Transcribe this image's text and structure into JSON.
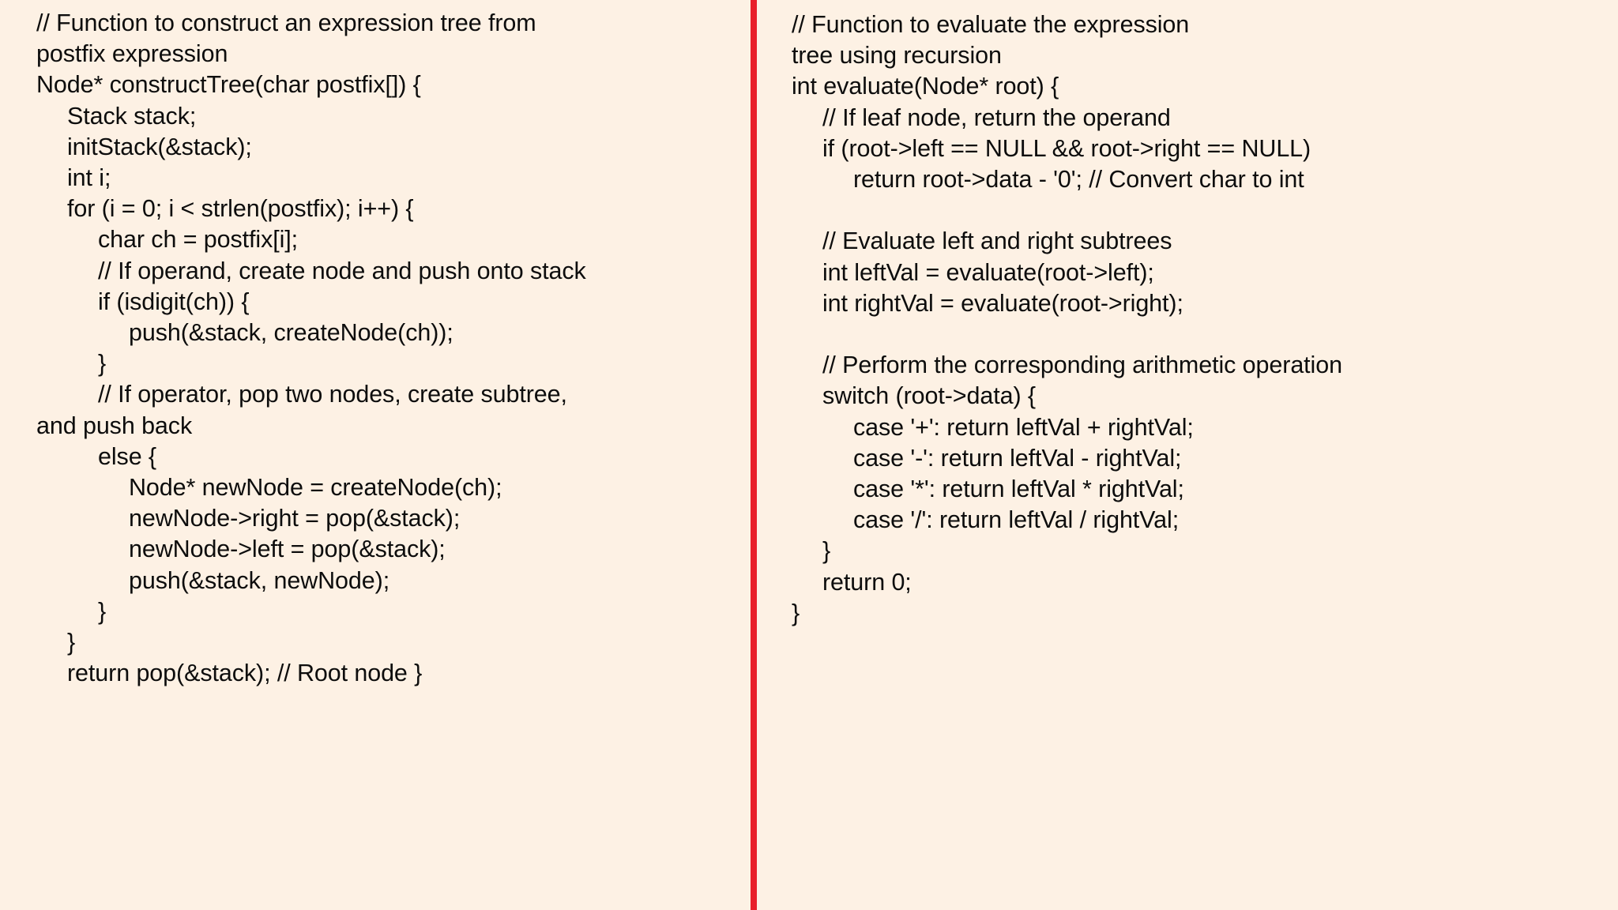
{
  "slide": {
    "background_color": "#fdf1e4",
    "text_color": "#0d0d0d",
    "divider_color": "#e8202a"
  },
  "left_column": {
    "name": "construct-tree-code-block",
    "lines": [
      {
        "indent": 0,
        "text": "// Function to construct an expression tree from"
      },
      {
        "indent": 0,
        "text": "postfix expression"
      },
      {
        "indent": 0,
        "text": "Node* constructTree(char postfix[]) {"
      },
      {
        "indent": 1,
        "text": "Stack stack;"
      },
      {
        "indent": 1,
        "text": "initStack(&stack);"
      },
      {
        "indent": 1,
        "text": "int i;"
      },
      {
        "indent": 1,
        "text": "for (i = 0; i < strlen(postfix); i++) {"
      },
      {
        "indent": 2,
        "text": "char ch = postfix[i];"
      },
      {
        "indent": 2,
        "text": "// If operand, create node and push onto stack"
      },
      {
        "indent": 2,
        "text": "if (isdigit(ch)) {"
      },
      {
        "indent": 3,
        "text": "push(&stack, createNode(ch));"
      },
      {
        "indent": 2,
        "text": "}"
      },
      {
        "indent": 2,
        "text": "// If operator, pop two nodes, create subtree,"
      },
      {
        "indent": 0,
        "text": "and push back"
      },
      {
        "indent": 2,
        "text": "else {"
      },
      {
        "indent": 3,
        "text": "Node* newNode = createNode(ch);"
      },
      {
        "indent": 3,
        "text": "newNode->right = pop(&stack);"
      },
      {
        "indent": 3,
        "text": "newNode->left = pop(&stack);"
      },
      {
        "indent": 3,
        "text": "push(&stack, newNode);"
      },
      {
        "indent": 2,
        "text": "}"
      },
      {
        "indent": 1,
        "text": "}"
      },
      {
        "indent": 1,
        "text": "return pop(&stack); // Root node }"
      }
    ]
  },
  "right_column": {
    "name": "evaluate-tree-code-block",
    "lines": [
      {
        "indent": 0,
        "text": "// Function to evaluate the expression"
      },
      {
        "indent": 0,
        "text": "tree using recursion"
      },
      {
        "indent": 0,
        "text": "int evaluate(Node* root) {"
      },
      {
        "indent": 1,
        "text": "// If leaf node, return the operand"
      },
      {
        "indent": 1,
        "text": "if (root->left == NULL && root->right == NULL)"
      },
      {
        "indent": 2,
        "text": "return root->data - '0'; // Convert char to int"
      },
      {
        "indent": 0,
        "text": ""
      },
      {
        "indent": 1,
        "text": "// Evaluate left and right subtrees"
      },
      {
        "indent": 1,
        "text": "int leftVal = evaluate(root->left);"
      },
      {
        "indent": 1,
        "text": "int rightVal = evaluate(root->right);"
      },
      {
        "indent": 0,
        "text": ""
      },
      {
        "indent": 1,
        "text": "// Perform the corresponding arithmetic operation"
      },
      {
        "indent": 1,
        "text": "switch (root->data) {"
      },
      {
        "indent": 2,
        "text": "case '+': return leftVal + rightVal;"
      },
      {
        "indent": 2,
        "text": "case '-': return leftVal - rightVal;"
      },
      {
        "indent": 2,
        "text": "case '*': return leftVal * rightVal;"
      },
      {
        "indent": 2,
        "text": "case '/': return leftVal / rightVal;"
      },
      {
        "indent": 1,
        "text": "}"
      },
      {
        "indent": 1,
        "text": "return 0;"
      },
      {
        "indent": 0,
        "text": "}"
      }
    ]
  }
}
